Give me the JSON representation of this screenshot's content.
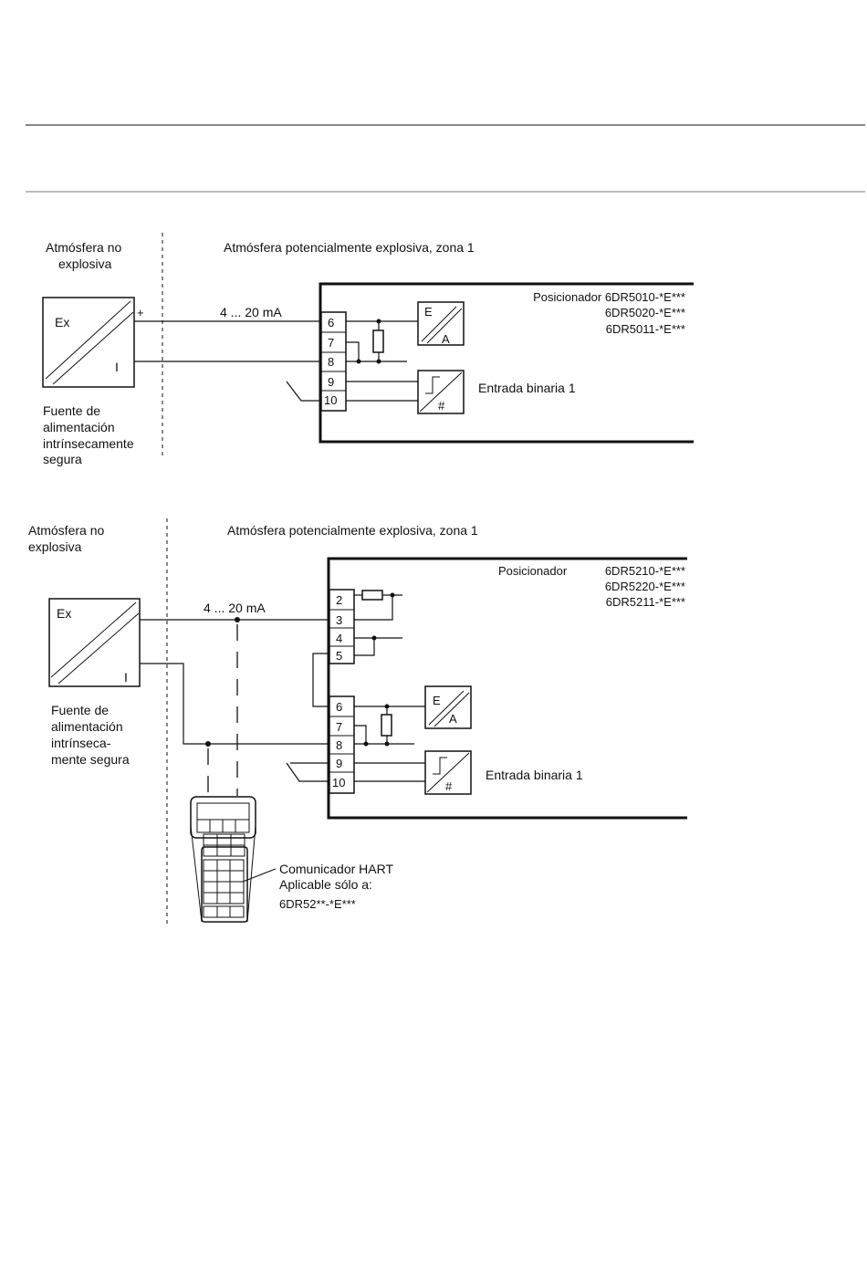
{
  "diagram1": {
    "zone_safe": [
      "Atmósfera no",
      "explosiva"
    ],
    "zone_hazard": "Atmósfera potencialmente explosiva, zona 1",
    "source": {
      "ex": "Ex",
      "i": "I",
      "plus": "+",
      "caption": [
        "Fuente de",
        "alimentación",
        "intrínsecamente",
        "segura"
      ]
    },
    "current": "4 ... 20 mA",
    "terminals": [
      "6",
      "7",
      "8",
      "9",
      "10"
    ],
    "converter": {
      "e": "E",
      "a": "A"
    },
    "positioner": [
      "Posicionador 6DR5010-*E***",
      "6DR5020-*E***",
      "6DR5011-*E***"
    ],
    "binary_input": "Entrada binaria 1"
  },
  "diagram2": {
    "zone_safe": [
      "Atmósfera no",
      "explosiva"
    ],
    "zone_hazard": "Atmósfera potencialmente explosiva, zona 1",
    "source": {
      "ex": "Ex",
      "i": "I",
      "caption": [
        "Fuente de",
        "alimentación",
        "intrínseca-",
        "mente segura"
      ]
    },
    "current": "4 ... 20 mA",
    "terminals_top": [
      "2",
      "3",
      "4",
      "5"
    ],
    "terminals_bottom": [
      "6",
      "7",
      "8",
      "9",
      "10"
    ],
    "converter": {
      "e": "E",
      "a": "A"
    },
    "positioner_label": "Posicionador",
    "positioner_models": [
      "6DR5210-*E***",
      "6DR5220-*E***",
      "6DR5211-*E***"
    ],
    "binary_input": "Entrada binaria 1",
    "hart": [
      "Comunicador HART",
      "Aplicable sólo a:",
      "6DR52**-*E***"
    ]
  }
}
